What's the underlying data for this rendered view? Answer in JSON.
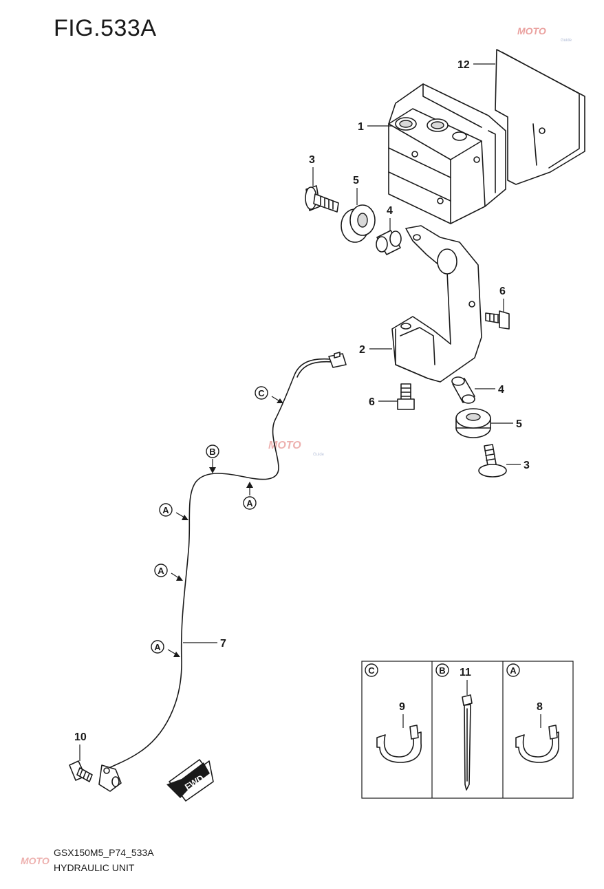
{
  "figure": {
    "title": "FIG.533A"
  },
  "callouts": {
    "c1": "1",
    "c2": "2",
    "c3a": "3",
    "c3b": "3",
    "c4a": "4",
    "c4b": "4",
    "c5a": "5",
    "c5b": "5",
    "c6a": "6",
    "c6b": "6",
    "c7": "7",
    "c8": "8",
    "c9": "9",
    "c10": "10",
    "c11": "11",
    "c12": "12"
  },
  "refs": {
    "c": "C",
    "b": "B",
    "a1": "A",
    "a2": "A",
    "a3": "A",
    "a4": "A",
    "box_c": "C",
    "box_b": "B",
    "box_a": "A"
  },
  "fwd_label": "FWD",
  "watermark": {
    "text": "MOTO",
    "sub": "Guide",
    "color": "#d9534f"
  },
  "footer": {
    "code": "GSX150M5_P74_533A",
    "name": "HYDRAULIC UNIT"
  }
}
